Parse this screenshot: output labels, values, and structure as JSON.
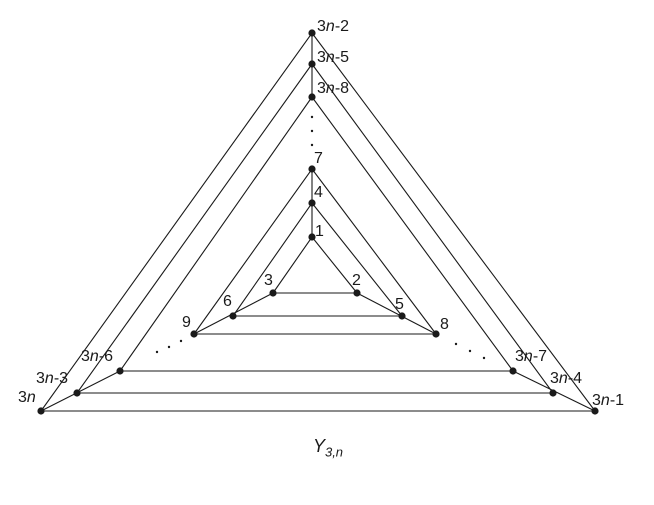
{
  "caption": {
    "letter": "Y",
    "subscript": "3,n"
  },
  "labels": {
    "v1": "1",
    "v2": "2",
    "v3": "3",
    "v4": "4",
    "v5": "5",
    "v6": "6",
    "v7": "7",
    "v8": "8",
    "v9": "9",
    "a_coef": "3",
    "a_var": "n",
    "a_rest": "-8",
    "b_coef": "3",
    "b_var": "n",
    "b_rest": "-7",
    "c_coef": "3",
    "c_var": "n",
    "c_rest": "-6",
    "d_coef": "3",
    "d_var": "n",
    "d_rest": "-5",
    "e_coef": "3",
    "e_var": "n",
    "e_rest": "-4",
    "f_coef": "3",
    "f_var": "n",
    "f_rest": "-3",
    "g_coef": "3",
    "g_var": "n",
    "g_rest": "-2",
    "h_coef": "3",
    "h_var": "n",
    "h_rest": "-1",
    "i_coef": "3",
    "i_var": "n"
  }
}
